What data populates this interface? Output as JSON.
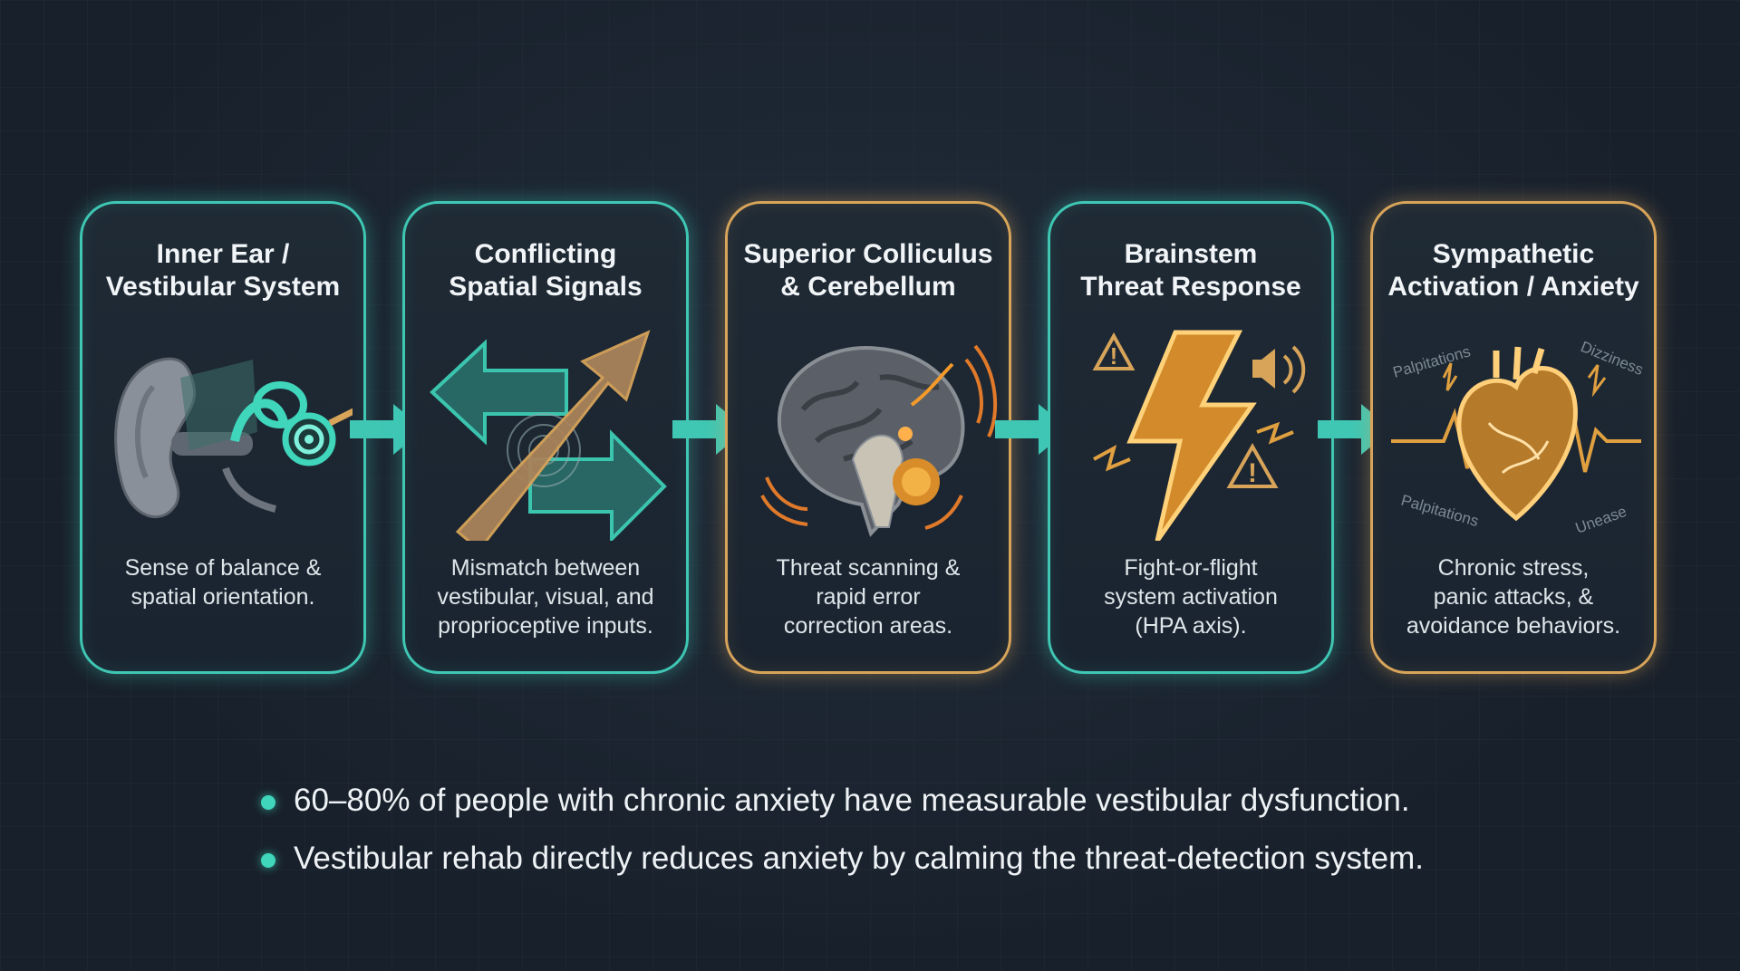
{
  "stages": [
    {
      "title_lines": [
        "Inner Ear /",
        "Vestibular System"
      ],
      "desc_lines": [
        "Sense of balance &",
        "spatial orientation."
      ],
      "accent": "#3fc7b4",
      "icon": "ear-icon"
    },
    {
      "title_lines": [
        "Conflicting",
        "Spatial Signals"
      ],
      "desc_lines": [
        "Mismatch between",
        "vestibular, visual, and",
        "proprioceptive inputs."
      ],
      "accent": "#3fc7b4",
      "icon": "conflicting-arrows-icon"
    },
    {
      "title_lines": [
        "Superior Colliculus",
        "& Cerebellum"
      ],
      "desc_lines": [
        "Threat scanning &",
        "rapid error",
        "correction areas."
      ],
      "accent": "#d7a45a",
      "icon": "brain-icon"
    },
    {
      "title_lines": [
        "Brainstem",
        "Threat Response"
      ],
      "desc_lines": [
        "Fight-or-flight",
        "system activation",
        "(HPA axis)."
      ],
      "accent": "#3fc7b4",
      "icon": "lightning-bolt-icon"
    },
    {
      "title_lines": [
        "Sympathetic",
        "Activation / Anxiety"
      ],
      "desc_lines": [
        "Chronic stress,",
        "panic attacks, &",
        "avoidance behaviors."
      ],
      "accent": "#d7a45a",
      "icon": "heart-icon",
      "symptoms": [
        "Palpitations",
        "Dizziness",
        "Palpitations",
        "Unease"
      ]
    }
  ],
  "bullets": [
    "60–80% of people with chronic anxiety have measurable vestibular dysfunction.",
    "Vestibular rehab directly reduces anxiety by calming the threat-detection system."
  ],
  "colors": {
    "teal": "#3fc7b4",
    "gold": "#d7a45a",
    "background": "#18202b"
  }
}
